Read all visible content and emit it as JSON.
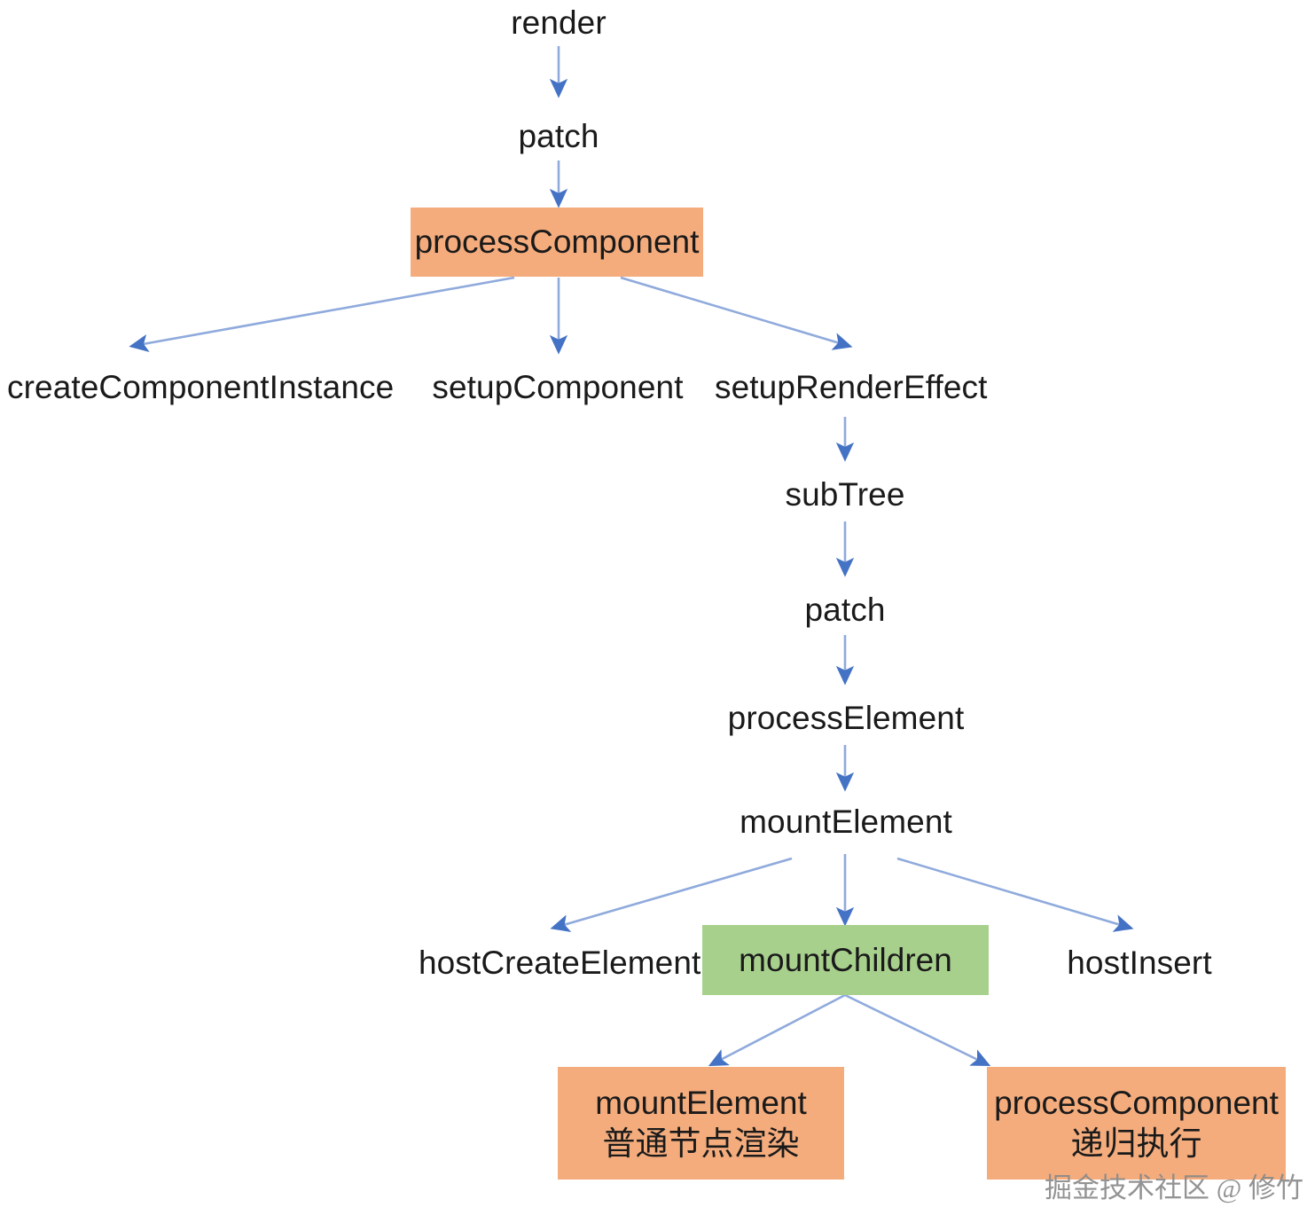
{
  "diagram": {
    "title": "Vue render pipeline flowchart",
    "colors": {
      "orange_box": "#f4ac7d",
      "green_box": "#a8d08d",
      "arrow": "#4472c4",
      "arrow_line": "#8faadc",
      "text": "#1a1a1a",
      "background": "#ffffff",
      "watermark": "#8a8a8a"
    },
    "nodes": [
      {
        "id": "render",
        "label": "render",
        "style": "plain"
      },
      {
        "id": "patch-1",
        "label": "patch",
        "style": "plain"
      },
      {
        "id": "processComponent",
        "label": "processComponent",
        "style": "orange"
      },
      {
        "id": "createComponentInstance",
        "label": "createComponentInstance",
        "style": "plain"
      },
      {
        "id": "setupComponent",
        "label": "setupComponent",
        "style": "plain"
      },
      {
        "id": "setupRenderEffect",
        "label": "setupRenderEffect",
        "style": "plain"
      },
      {
        "id": "subTree",
        "label": "subTree",
        "style": "plain"
      },
      {
        "id": "patch-2",
        "label": "patch",
        "style": "plain"
      },
      {
        "id": "processElement",
        "label": "processElement",
        "style": "plain"
      },
      {
        "id": "mountElement",
        "label": "mountElement",
        "style": "plain"
      },
      {
        "id": "hostCreateElement",
        "label": "hostCreateElement",
        "style": "plain"
      },
      {
        "id": "mountChildren",
        "label": "mountChildren",
        "style": "green"
      },
      {
        "id": "hostInsert",
        "label": "hostInsert",
        "style": "plain"
      },
      {
        "id": "mountElement-leaf",
        "label": "mountElement",
        "sublabel": "普通节点渲染",
        "style": "orange"
      },
      {
        "id": "processComponent-leaf",
        "label": "processComponent",
        "sublabel": "递归执行",
        "style": "orange"
      }
    ],
    "edges": [
      {
        "from": "render",
        "to": "patch-1"
      },
      {
        "from": "patch-1",
        "to": "processComponent"
      },
      {
        "from": "processComponent",
        "to": "createComponentInstance"
      },
      {
        "from": "processComponent",
        "to": "setupComponent"
      },
      {
        "from": "processComponent",
        "to": "setupRenderEffect"
      },
      {
        "from": "setupRenderEffect",
        "to": "subTree"
      },
      {
        "from": "subTree",
        "to": "patch-2"
      },
      {
        "from": "patch-2",
        "to": "processElement"
      },
      {
        "from": "processElement",
        "to": "mountElement"
      },
      {
        "from": "mountElement",
        "to": "hostCreateElement"
      },
      {
        "from": "mountElement",
        "to": "mountChildren"
      },
      {
        "from": "mountElement",
        "to": "hostInsert"
      },
      {
        "from": "mountChildren",
        "to": "mountElement-leaf"
      },
      {
        "from": "mountChildren",
        "to": "processComponent-leaf"
      }
    ]
  },
  "watermark": {
    "text": "掘金技术社区 @ 修竹"
  }
}
